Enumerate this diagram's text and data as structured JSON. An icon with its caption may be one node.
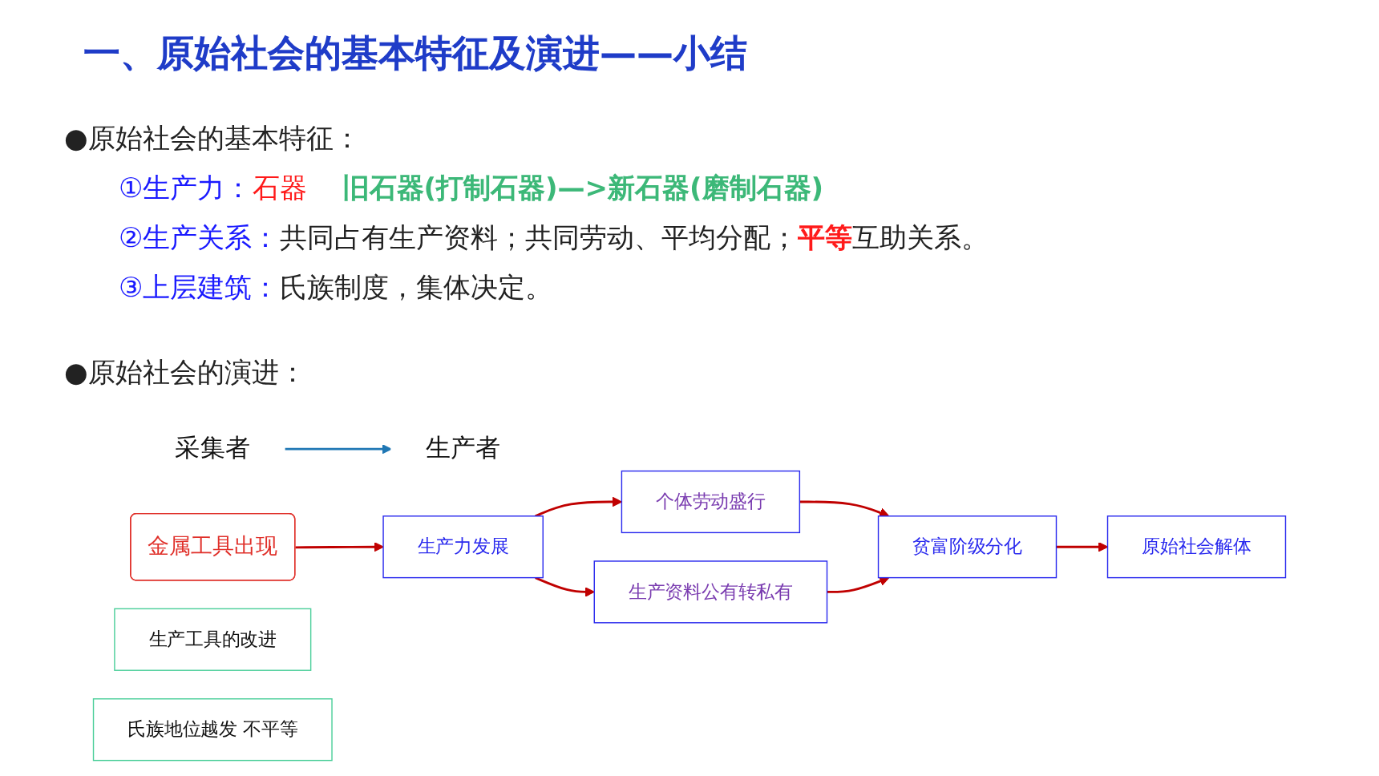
{
  "diagram": {
    "title": "一、原始社会的基本特征及演进——小结",
    "nodes": [
      {
        "text": [
          "采集者"
        ]
      },
      {
        "text": [
          "生产者"
        ]
      },
      {
        "text": [
          "金属工具出现"
        ]
      },
      {
        "text": [
          "生产力发展"
        ]
      },
      {
        "text": [
          "个体劳动盛行"
        ]
      },
      {
        "text": [
          "生产资料公有转私有"
        ]
      },
      {
        "text": [
          "贫富阶级分化"
        ]
      },
      {
        "text": [
          "原始社会解体"
        ]
      },
      {
        "text": [
          "生产工具的改进"
        ]
      },
      {
        "text": [
          "氏族地位越发 不平等"
        ]
      }
    ],
    "edges": [
      {
        "from": 0,
        "to": 1,
        "arrow": "to",
        "color": "#1f77b4"
      },
      {
        "from": 2,
        "to": 3,
        "arrow": "to"
      },
      {
        "from": 3,
        "to": 4,
        "arrow": "to"
      },
      {
        "from": 3,
        "to": 5,
        "arrow": "to"
      },
      {
        "from": 4,
        "to": 6,
        "arrow": "to"
      },
      {
        "from": 5,
        "to": 6,
        "arrow": "to"
      },
      {
        "from": 6,
        "to": 7,
        "arrow": "to"
      }
    ],
    "labels": [
      "●原始社会的基本特征：",
      "①生产力：",
      "石器",
      "旧石器(打制石器)—>新石器(磨制石器)",
      "②生产关系：",
      "共同占有生产资料；共同劳动、平均分配；",
      "平等",
      "互助关系。",
      "③上层建筑：",
      "氏族制度，集体决定。",
      "●原始社会的演进："
    ]
  }
}
